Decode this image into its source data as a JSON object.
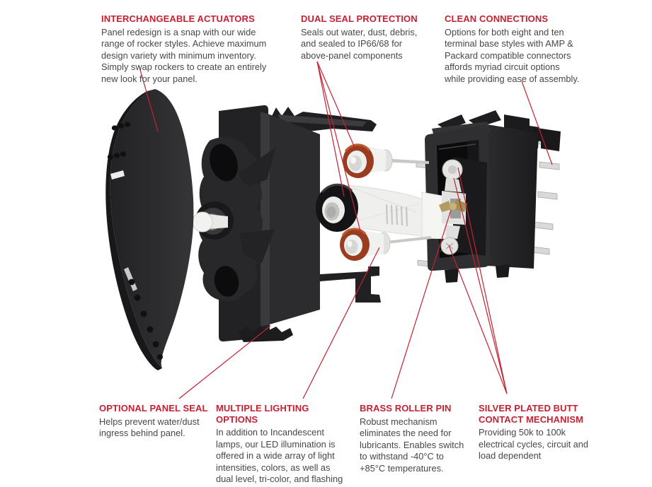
{
  "palette": {
    "accent_red": "#C42132",
    "body_text": "#47474B",
    "background": "#FFFFFF",
    "seal_orange": "#9A3C1F",
    "brass": "#B09C62",
    "silver": "#D9D9D7",
    "plastic": "#2B2B2D"
  },
  "diagram": {
    "type": "exploded-view-rocker-switch",
    "parts": [
      "rocker-actuator",
      "panel-seal-frame",
      "pivot-collar",
      "upper-housing",
      "lamp-assembly-top",
      "center-seal",
      "lamp-assembly-bottom",
      "plunger-housing",
      "contact-mechanism",
      "switch-base-housing",
      "terminals"
    ]
  },
  "annotations": {
    "interchangeable_actuators": {
      "title": "INTERCHANGEABLE ACTUATORS",
      "body": "Panel redesign is a snap with our wide\nrange of rocker styles. Achieve maximum\ndesign variety with minimum inventory.\nSimply swap rockers to create an entirely\nnew look for your panel."
    },
    "dual_seal_protection": {
      "title": "DUAL SEAL PROTECTION",
      "body": "Seals out water, dust, debris,\nand sealed to IP66/68 for\nabove-panel components"
    },
    "clean_connections": {
      "title": "CLEAN CONNECTIONS",
      "body": "Options for both eight and ten\nterminal base styles with AMP &\nPackard compatible connectors\naffords myriad circuit options\nwhile providing ease of assembly."
    },
    "optional_panel_seal": {
      "title": "OPTIONAL PANEL SEAL",
      "body": "Helps prevent water/dust\ningress behind panel."
    },
    "multiple_lighting_options": {
      "title": "MULTIPLE LIGHTING OPTIONS",
      "body": "In addition to Incandescent\nlamps, our LED illumination is\noffered in a wide array of light\nintensities, colors, as well as\ndual level, tri-color, and flashing\noptions."
    },
    "brass_roller_pin": {
      "title": "BRASS ROLLER PIN",
      "body": "Robust mechanism\neliminates the need for\nlubricants. Enables switch\nto withstand -40°C to\n+85°C temperatures."
    },
    "silver_plated_butt_contact": {
      "title": "SILVER PLATED BUTT\nCONTACT MECHANISM",
      "body": "Providing 50k to 100k\nelectrical cycles, circuit and\nload dependent"
    }
  }
}
